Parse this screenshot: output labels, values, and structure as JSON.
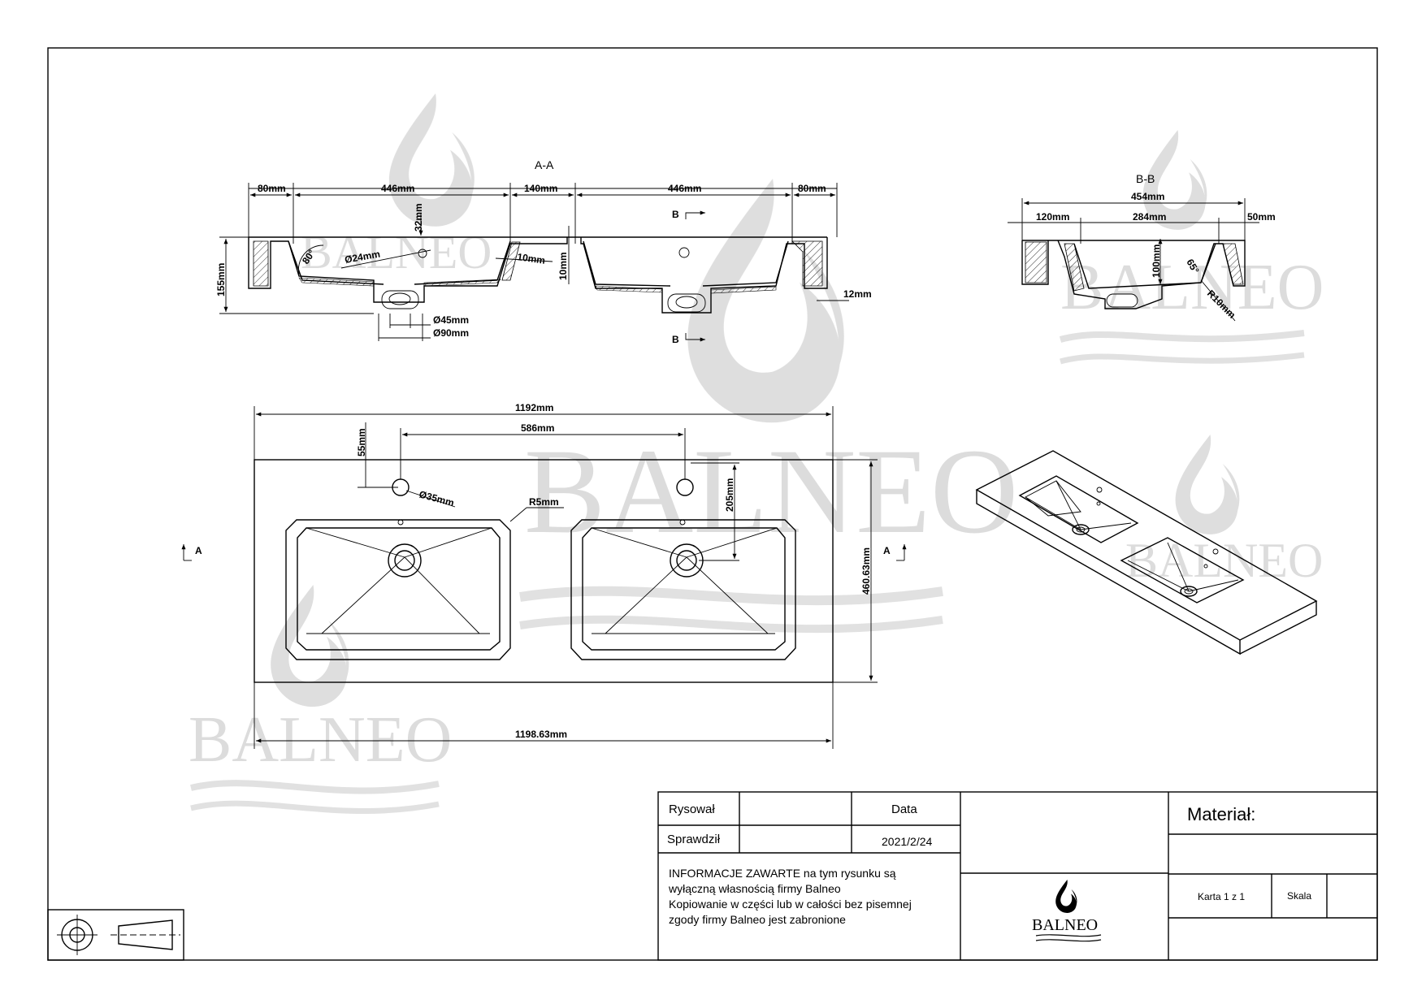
{
  "sections": {
    "aa_label": "A-A",
    "bb_label": "B-B",
    "b_marker": "B",
    "a_marker": "A"
  },
  "aa_dims": {
    "d1": "80mm",
    "d2": "446mm",
    "d3": "140mm",
    "d4": "446mm",
    "d5": "80mm",
    "height": "155mm",
    "depth32": "32mm",
    "hole24": "Ø24mm",
    "angle80": "80°",
    "wall10a": "10mm",
    "wall10b": "10mm",
    "drain45": "Ø45mm",
    "drain90": "Ø90mm",
    "edge12": "12mm"
  },
  "bb_dims": {
    "total": "454mm",
    "d120": "120mm",
    "d284": "284mm",
    "d50": "50mm",
    "h100": "100mm",
    "angle65": "65°",
    "radius": "R10mm"
  },
  "plan_dims": {
    "top": "1192mm",
    "spacing": "586mm",
    "offset55": "55mm",
    "hole35": "Ø35mm",
    "radius5": "R5mm",
    "depth205": "205mm",
    "width": "460.63mm",
    "bottom": "1198.63mm"
  },
  "watermark": {
    "brand": "BALNEO",
    "color": "#d9d9d9"
  },
  "title_block": {
    "drawn_label": "Rysował",
    "checked_label": "Sprawdził",
    "date_label": "Data",
    "date_value": "2021/2/24",
    "notice_line1": "INFORMACJE ZAWARTE na tym rysunku są",
    "notice_line2": "wyłączną własnością firmy Balneo",
    "notice_line3": "Kopiowanie w części lub w całości bez pisemnej",
    "notice_line4": "zgody firmy Balneo jest zabronione",
    "logo_text": "BALNEO",
    "material_label": "Materiał:",
    "sheet_label": "Karta 1 z 1",
    "scale_label": "Skala"
  },
  "icons": {
    "projection": "third-angle-projection-icon",
    "logo": "balneo-drop-icon"
  }
}
